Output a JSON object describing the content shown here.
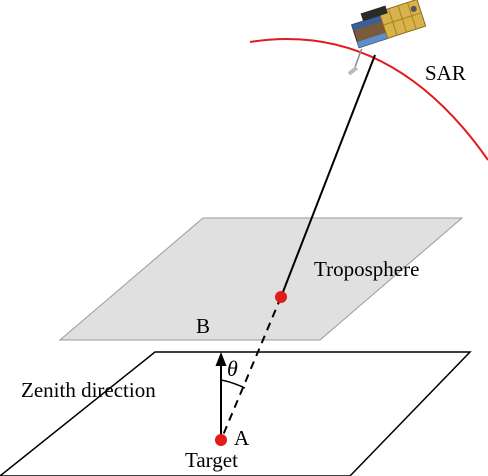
{
  "labels": {
    "sar": "SAR",
    "troposphere": "Troposphere",
    "point_b": "B",
    "theta": "θ",
    "zenith_direction": "Zenith direction",
    "point_a": "A",
    "target": "Target"
  },
  "colors": {
    "orbit": "#e21b1b",
    "point": "#e21b1b",
    "troposphere_fill": "#e0e0e0",
    "troposphere_stroke": "#9a9a9a",
    "line": "#000000"
  },
  "icons": {
    "satellite": "satellite-icon"
  }
}
